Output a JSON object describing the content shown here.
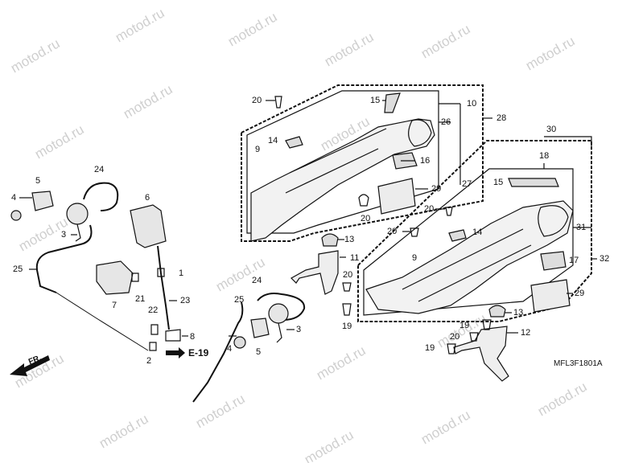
{
  "watermark": "motod.ru",
  "drawing_code": "MFL3F1801A",
  "direction_label": "FR.",
  "reference_label": "E-19",
  "callouts": [
    {
      "id": "c20a",
      "text": "20"
    },
    {
      "id": "c15a",
      "text": "15"
    },
    {
      "id": "c10",
      "text": "10"
    },
    {
      "id": "c26",
      "text": "26"
    },
    {
      "id": "c28",
      "text": "28"
    },
    {
      "id": "c14a",
      "text": "14"
    },
    {
      "id": "c9a",
      "text": "9"
    },
    {
      "id": "c16",
      "text": "16"
    },
    {
      "id": "c29a",
      "text": "29"
    },
    {
      "id": "c27",
      "text": "27"
    },
    {
      "id": "c20b",
      "text": "20"
    },
    {
      "id": "c20c",
      "text": "20"
    },
    {
      "id": "c20d",
      "text": "20"
    },
    {
      "id": "c13a",
      "text": "13"
    },
    {
      "id": "c11",
      "text": "11"
    },
    {
      "id": "c20e",
      "text": "20"
    },
    {
      "id": "c19a",
      "text": "19"
    },
    {
      "id": "c30",
      "text": "30"
    },
    {
      "id": "c18",
      "text": "18"
    },
    {
      "id": "c15b",
      "text": "15"
    },
    {
      "id": "c14b",
      "text": "14"
    },
    {
      "id": "c31",
      "text": "31"
    },
    {
      "id": "c9b",
      "text": "9"
    },
    {
      "id": "c17",
      "text": "17"
    },
    {
      "id": "c32",
      "text": "32"
    },
    {
      "id": "c29b",
      "text": "29"
    },
    {
      "id": "c13b",
      "text": "13"
    },
    {
      "id": "c19b",
      "text": "19"
    },
    {
      "id": "c20f",
      "text": "20"
    },
    {
      "id": "c12",
      "text": "12"
    },
    {
      "id": "c19c",
      "text": "19"
    },
    {
      "id": "c24a",
      "text": "24"
    },
    {
      "id": "c5a",
      "text": "5"
    },
    {
      "id": "c4a",
      "text": "4"
    },
    {
      "id": "c3a",
      "text": "3"
    },
    {
      "id": "c6",
      "text": "6"
    },
    {
      "id": "c25a",
      "text": "25"
    },
    {
      "id": "c7",
      "text": "7"
    },
    {
      "id": "c21",
      "text": "21"
    },
    {
      "id": "c1",
      "text": "1"
    },
    {
      "id": "c23",
      "text": "23"
    },
    {
      "id": "c22",
      "text": "22"
    },
    {
      "id": "c2",
      "text": "2"
    },
    {
      "id": "c8",
      "text": "8"
    },
    {
      "id": "c24b",
      "text": "24"
    },
    {
      "id": "c25b",
      "text": "25"
    },
    {
      "id": "c3b",
      "text": "3"
    },
    {
      "id": "c4b",
      "text": "4"
    },
    {
      "id": "c5b",
      "text": "5"
    }
  ]
}
